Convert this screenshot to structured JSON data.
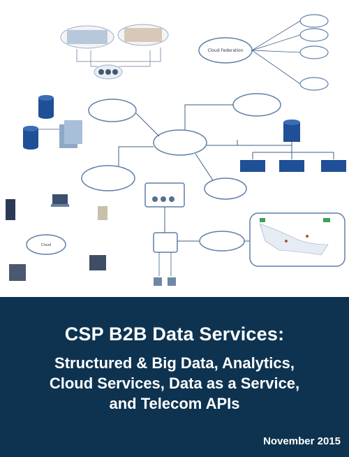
{
  "cover": {
    "title": "CSP B2B Data Services:",
    "subtitle_lines": [
      "Structured & Big Data, Analytics,",
      "Cloud Services, Data as a Service,",
      "and Telecom APIs"
    ],
    "date": "November 2015"
  },
  "diagram": {
    "cloud_federation_label": "Cloud Federation",
    "cloud_left_label": "Cloud",
    "colors": {
      "banner": "#0d3350",
      "node_blue": "#1f4f96",
      "cloud_stroke": "#5d7fa8",
      "line": "#3d5f86"
    }
  }
}
